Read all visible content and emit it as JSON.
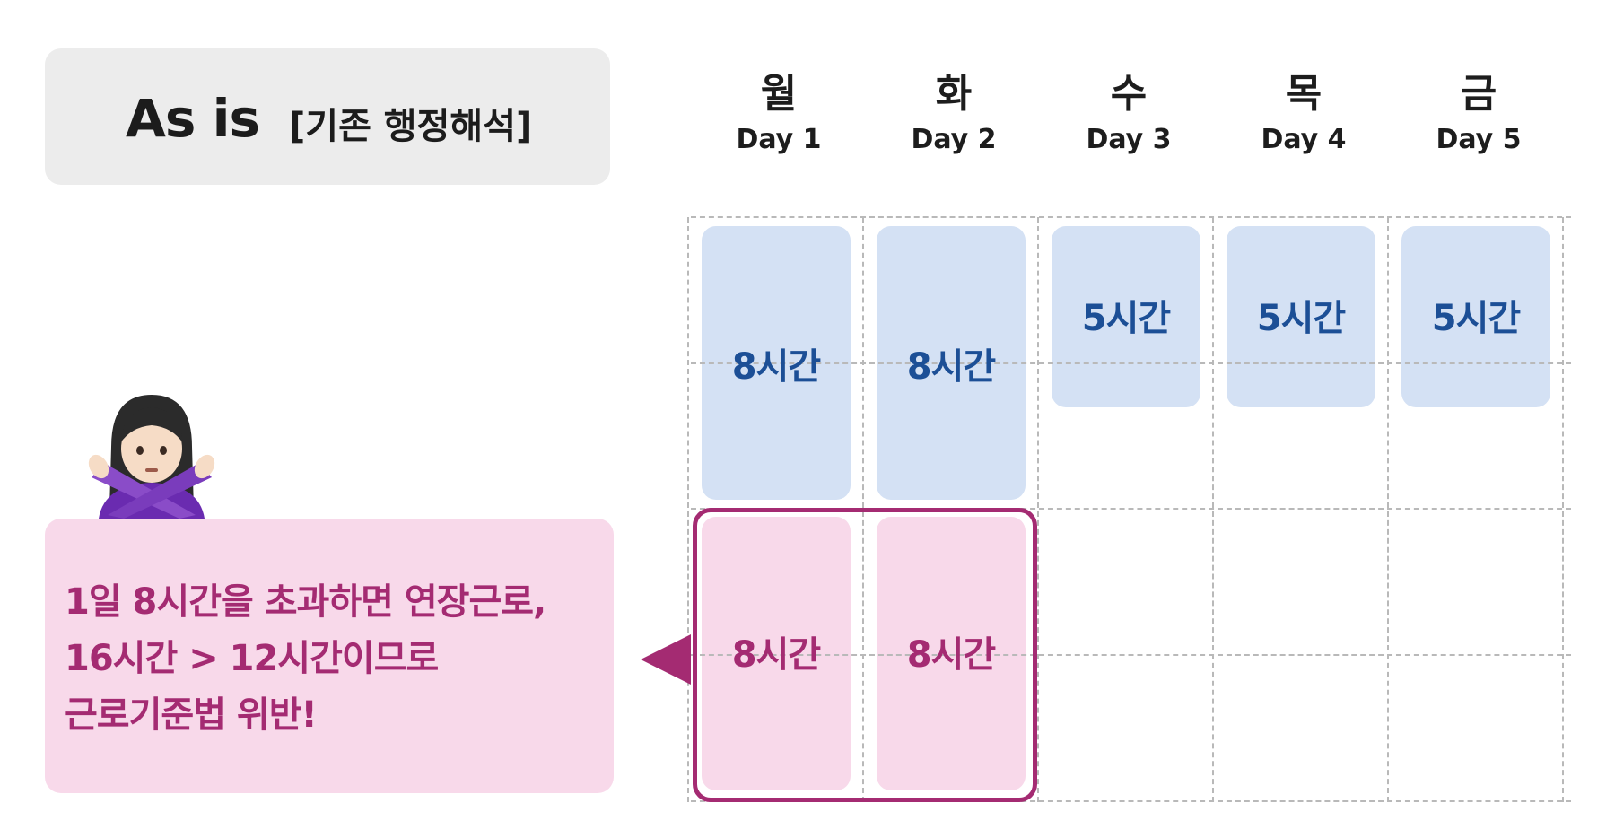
{
  "title": {
    "main": "As is",
    "sub": "[기존 행정해석]"
  },
  "days": [
    {
      "kr": "월",
      "en": "Day 1"
    },
    {
      "kr": "화",
      "en": "Day 2"
    },
    {
      "kr": "수",
      "en": "Day 3"
    },
    {
      "kr": "목",
      "en": "Day 4"
    },
    {
      "kr": "금",
      "en": "Day 5"
    }
  ],
  "blocks": {
    "regular": [
      "8시간",
      "8시간",
      "5시간",
      "5시간",
      "5시간"
    ],
    "extra": [
      "8시간",
      "8시간"
    ]
  },
  "note": {
    "lines": [
      "1일 8시간을 초과하면 연장근로,",
      "16시간 > 12시간이므로",
      "근로기준법 위반!"
    ]
  },
  "figure": {
    "icon": "person-gesturing-no-icon"
  },
  "colors": {
    "blue_fill": "#d4e1f4",
    "blue_text": "#1c4f96",
    "pink_fill": "#f8d9ea",
    "pink_text": "#a42b72",
    "title_box": "#ececec"
  }
}
